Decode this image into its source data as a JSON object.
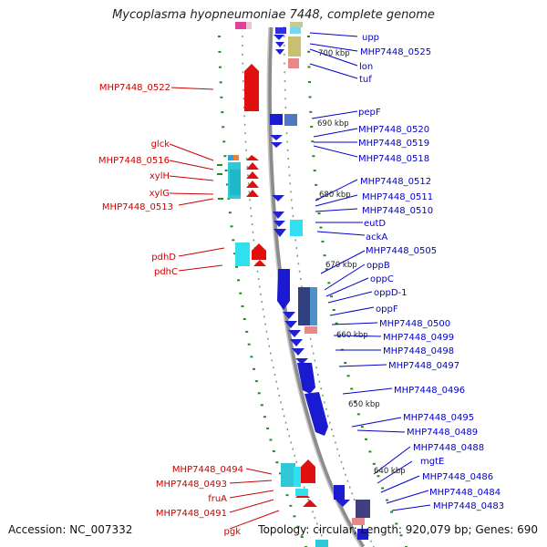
{
  "title": "Mycoplasma hyopneumoniae 7448, complete genome",
  "footer": {
    "accession": "Accession: NC_007332",
    "topology": "Topology: circular; Length: 920,079 bp; Genes: 690"
  },
  "colors": {
    "forward_label": "#0000cc",
    "reverse_label": "#cc0000",
    "backbone": "#8c8c8c",
    "gc_dot": "#228b22"
  },
  "kbp_labels": [
    "700 kbp",
    "690 kbp",
    "680 kbp",
    "670 kbp",
    "660 kbp",
    "650 kbp",
    "640 kbp"
  ],
  "forward_genes": [
    "upp",
    "MHP7448_0525",
    "lon",
    "tuf",
    "pepF",
    "MHP7448_0520",
    "MHP7448_0519",
    "MHP7448_0518",
    "MHP7448_0512",
    "MHP7448_0511",
    "MHP7448_0510",
    "eutD",
    "ackA",
    "MHP7448_0505",
    "oppB",
    "oppC",
    "oppD-1",
    "oppF",
    "MHP7448_0500",
    "MHP7448_0499",
    "MHP7448_0498",
    "MHP7448_0497",
    "MHP7448_0496",
    "MHP7448_0495",
    "MHP7448_0489",
    "MHP7448_0488",
    "mgtE",
    "MHP7448_0486",
    "MHP7448_0484",
    "MHP7448_0483"
  ],
  "reverse_genes": [
    "MHP7448_0522",
    "glck",
    "MHP7448_0516",
    "xylH",
    "xylG",
    "MHP7448_0513",
    "pdhD",
    "pdhC",
    "MHP7448_0494",
    "MHP7448_0493",
    "fruA",
    "MHP7448_0491",
    "pgk"
  ]
}
